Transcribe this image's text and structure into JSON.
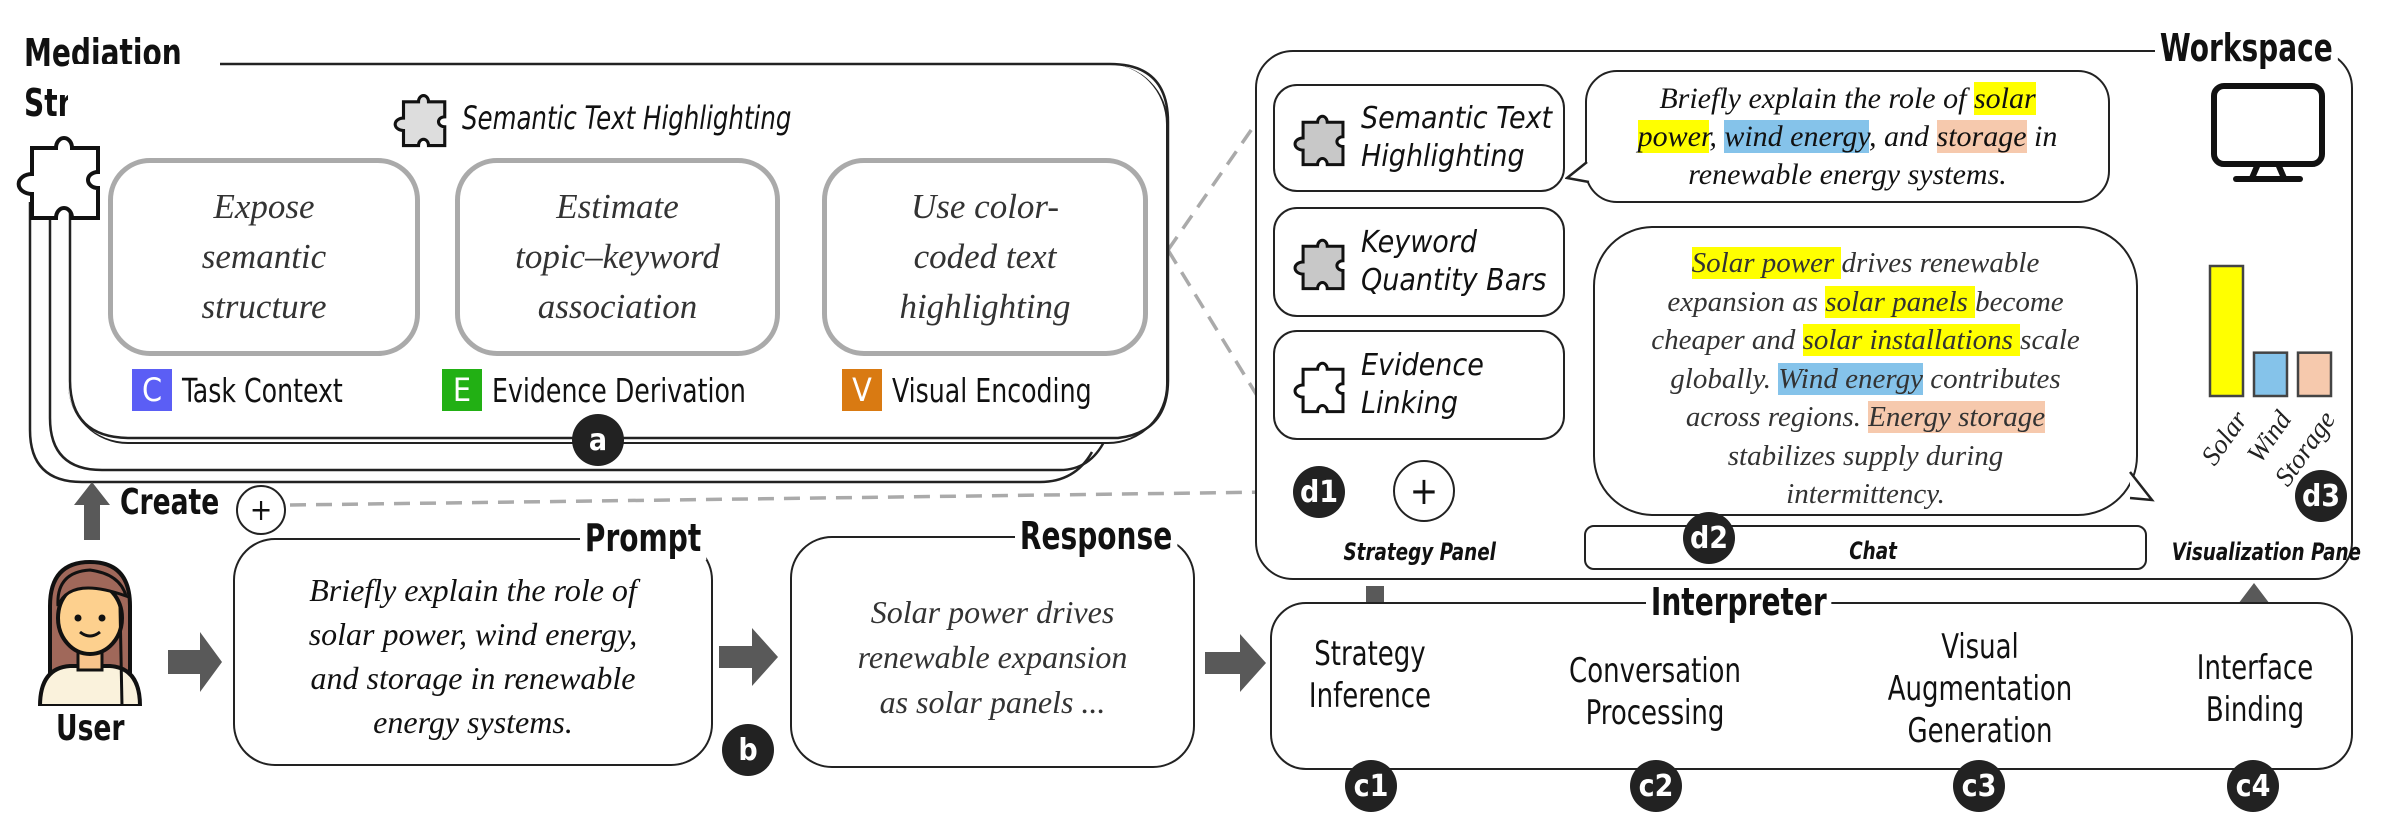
{
  "mediation": {
    "title_line1": "Mediation",
    "title_line2": "Strategies",
    "strategy_name": "Semantic Text Highlighting",
    "cards": [
      {
        "text": "Expose semantic structure",
        "lines": [
          "Expose",
          "semantic",
          "structure"
        ]
      },
      {
        "text": "Estimate topic–keyword association",
        "lines": [
          "Estimate",
          "topic–keyword",
          "association"
        ]
      },
      {
        "text": "Use color-coded text highlighting",
        "lines": [
          "Use color-",
          "coded text",
          "highlighting"
        ]
      }
    ],
    "legend": [
      {
        "key": "C",
        "label": "Task Context",
        "color": "#5b5ef5"
      },
      {
        "key": "E",
        "label": "Evidence Derivation",
        "color": "#22b014"
      },
      {
        "key": "V",
        "label": "Visual Encoding",
        "color": "#d97a12"
      }
    ],
    "badge": "a"
  },
  "user": {
    "label": "User",
    "create_label": "Create",
    "plus_symbol": "+"
  },
  "prompt": {
    "title": "Prompt",
    "text": "Briefly explain the role of solar power, wind energy, and storage in renewable energy systems.",
    "lines": [
      "Briefly explain the role of",
      "solar power, wind energy,",
      "and storage in renewable",
      "energy systems."
    ],
    "badge": "b"
  },
  "response": {
    "title": "Response",
    "lines": [
      "Solar power drives",
      "renewable expansion",
      "as solar panels ..."
    ]
  },
  "workspace": {
    "title": "Workspace",
    "strategy_panel": {
      "items": [
        {
          "line1": "Semantic Text",
          "line2": "Highlighting",
          "icon": "puzzle-filled-icon"
        },
        {
          "line1": "Keyword",
          "line2": "Quantity Bars",
          "icon": "puzzle-filled-icon"
        },
        {
          "line1": "Evidence",
          "line2": "Linking",
          "icon": "puzzle-outline-icon"
        }
      ],
      "badge": "d1",
      "plus_symbol": "+",
      "caption": "Strategy Panel"
    },
    "chat": {
      "user_message": [
        [
          {
            "t": "Briefly explain the role of "
          },
          {
            "t": "solar",
            "hl": "y"
          }
        ],
        [
          {
            "t": "power",
            "hl": "y"
          },
          {
            "t": ", "
          },
          {
            "t": "wind energy",
            "hl": "b"
          },
          {
            "t": ", and "
          },
          {
            "t": "storage",
            "hl": "o"
          },
          {
            "t": " in"
          }
        ],
        [
          {
            "t": "renewable energy systems."
          }
        ]
      ],
      "assistant_message": [
        [
          {
            "t": "Solar power ",
            "hl": "y"
          },
          {
            "t": "drives renewable"
          }
        ],
        [
          {
            "t": "expansion as "
          },
          {
            "t": "solar panels ",
            "hl": "y"
          },
          {
            "t": "become"
          }
        ],
        [
          {
            "t": "cheaper and "
          },
          {
            "t": "solar installations ",
            "hl": "y"
          },
          {
            "t": "scale"
          }
        ],
        [
          {
            "t": "globally. "
          },
          {
            "t": "Wind energy",
            "hl": "b"
          },
          {
            "t": " contributes"
          }
        ],
        [
          {
            "t": "across regions. "
          },
          {
            "t": "Energy storage ",
            "hl": "o"
          }
        ],
        [
          {
            "t": "stabilizes supply during"
          }
        ],
        [
          {
            "t": "intermittency."
          }
        ]
      ],
      "badge": "d2",
      "caption": "Chat"
    },
    "visualization": {
      "badge": "d3",
      "caption": "Visualization Pane"
    }
  },
  "interpreter": {
    "title": "Interpreter",
    "steps": [
      {
        "line1": "Strategy",
        "line2": "Inference",
        "badge": "c1"
      },
      {
        "line1": "Conversation",
        "line2": "Processing",
        "badge": "c2"
      },
      {
        "line1": "Visual",
        "line2": "Augmentation",
        "line3": "Generation",
        "badge": "c3"
      },
      {
        "line1": "Interface",
        "line2": "Binding",
        "badge": "c4"
      }
    ]
  },
  "colors": {
    "highlight_solar": "#ffff00",
    "highlight_wind": "#85c3ea",
    "highlight_storage": "#f6c9ad",
    "arrow": "#595959",
    "dashed": "#aaaaaa"
  },
  "chart_data": {
    "type": "bar",
    "categories": [
      "Solar",
      "Wind",
      "Storage"
    ],
    "values": [
      3,
      1,
      1
    ],
    "colors": [
      "#ffff00",
      "#85c3ea",
      "#f6c9ad"
    ],
    "title": "",
    "xlabel": "",
    "ylabel": "",
    "ylim": [
      0,
      3
    ],
    "grid": false
  }
}
